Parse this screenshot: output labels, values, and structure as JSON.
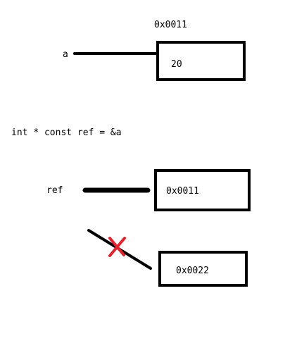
{
  "var_a": {
    "name": "a",
    "address": "0x0011",
    "value": "20"
  },
  "declaration": "int * const ref = &a",
  "ref": {
    "name": "ref",
    "value": "0x0011"
  },
  "other_box": {
    "value": "0x0022"
  },
  "colors": {
    "line": "#000000",
    "cross": "#e8202a"
  }
}
